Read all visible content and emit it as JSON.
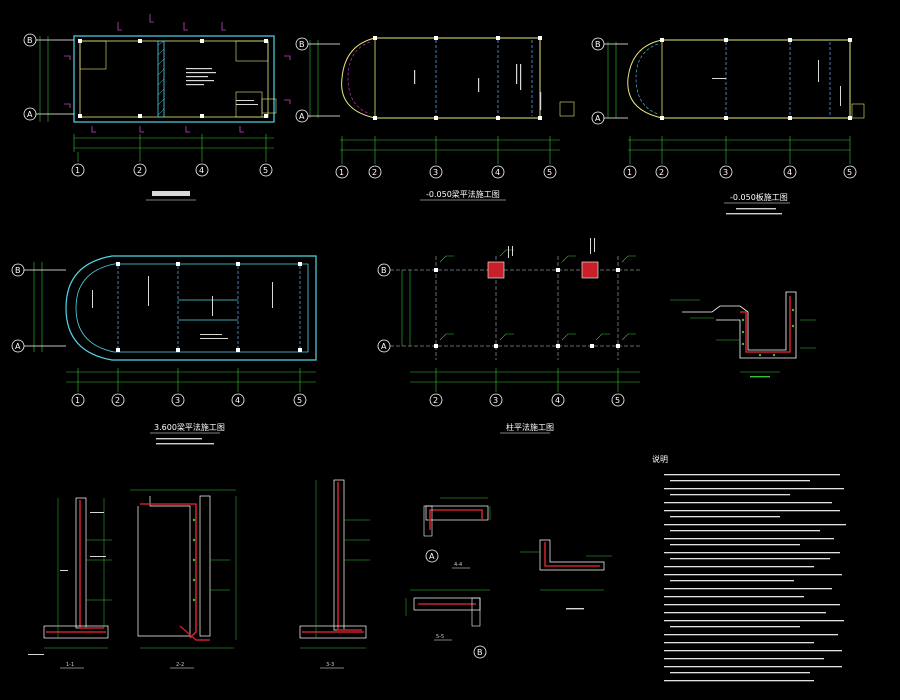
{
  "colors": {
    "background": "#000000",
    "wall_outline": "#e8e87a",
    "wall_cyan": "#4fd6e8",
    "dimension": "#35c435",
    "axis": "#ffffff",
    "section_red": "#c8202a",
    "highlight_magenta": "#d040d0",
    "dashed_beam": "#5fb3ff"
  },
  "plans": {
    "plan1": {
      "axes_rows": [
        "B",
        "A"
      ],
      "axes_cols": [
        "1",
        "2",
        "4",
        "5"
      ]
    },
    "plan2": {
      "title": "-0.050梁平法施工图",
      "axes_rows": [
        "B",
        "A"
      ],
      "axes_cols": [
        "1",
        "2",
        "3",
        "4",
        "5"
      ]
    },
    "plan3": {
      "title": "-0.050板施工图",
      "axes_rows": [
        "B",
        "A"
      ],
      "axes_cols": [
        "1",
        "2",
        "3",
        "4",
        "5"
      ]
    },
    "plan4": {
      "title": "3.600梁平法施工图",
      "axes_rows": [
        "B",
        "A"
      ],
      "axes_cols": [
        "1",
        "2",
        "3",
        "4",
        "5"
      ]
    },
    "plan5": {
      "title": "柱平法施工图",
      "axes_rows": [
        "B",
        "A"
      ],
      "axes_cols": [
        "2",
        "3",
        "4",
        "5"
      ]
    }
  },
  "sections": {
    "s1": "1-1",
    "s2": "2-2",
    "s3": "3-3",
    "s4": "4-4",
    "s5": "5-5",
    "axisA": "A",
    "axisB": "B"
  },
  "notes": {
    "title": "说明"
  }
}
